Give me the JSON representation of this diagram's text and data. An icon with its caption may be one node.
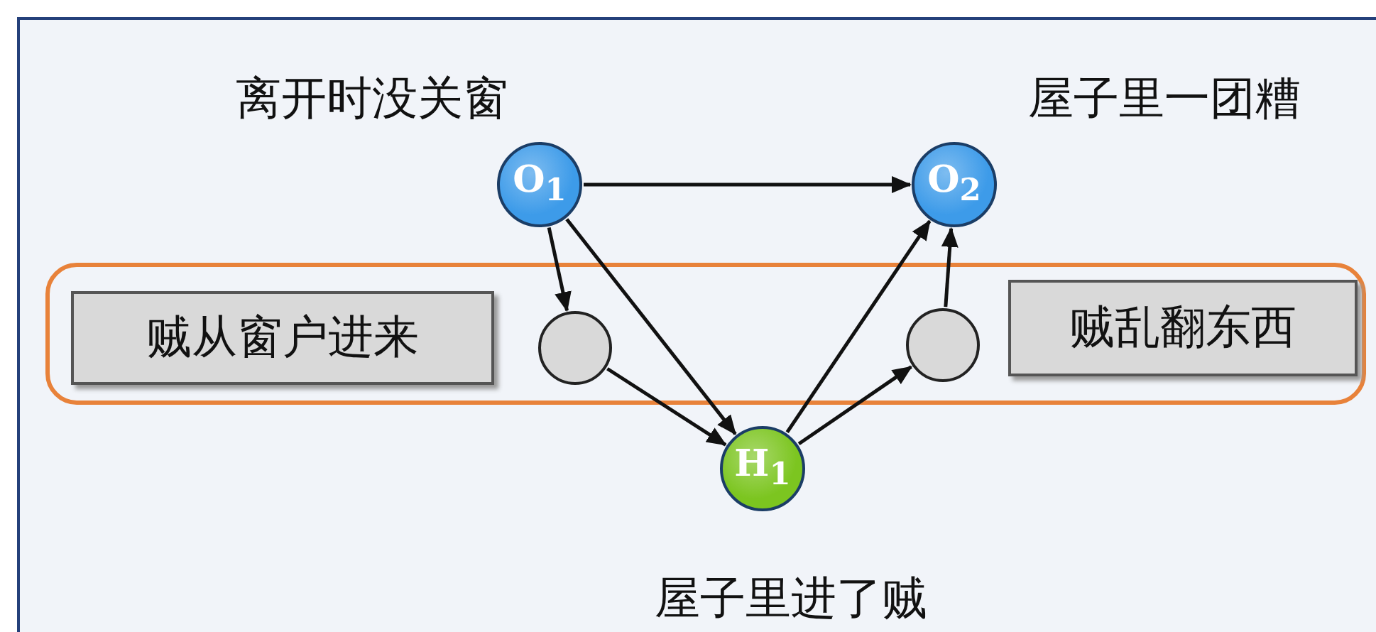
{
  "diagram": {
    "nodes": [
      {
        "text": [
          "O$_{1}$"
        ],
        "beside": [
          "离开时没关窗"
        ]
      },
      {
        "text": [
          "O$_{2}$"
        ],
        "beside": [
          "屋子里一团糟"
        ]
      },
      {
        "text": [],
        "shape": "box"
      },
      {
        "text": [
          "贼从窗户进来"
        ],
        "in": 2
      },
      {
        "text": [],
        "shape": "circle",
        "in": 2
      },
      {
        "text": [],
        "shape": "circle",
        "in": 2
      },
      {
        "text": [
          "贼乱翻东西"
        ],
        "in": 2
      },
      {
        "text": [
          "H$_{1}$"
        ],
        "beside": [
          "屋子里进了贼"
        ]
      }
    ],
    "edges": [
      {
        "from": 0,
        "to": 1,
        "arrow": "to"
      },
      {
        "from": 0,
        "to": 4,
        "arrow": "to"
      },
      {
        "from": 0,
        "to": 7,
        "arrow": "to"
      },
      {
        "from": 4,
        "to": 7,
        "arrow": "to"
      },
      {
        "from": 7,
        "to": 1,
        "arrow": "to"
      },
      {
        "from": 7,
        "to": 5,
        "arrow": "to"
      },
      {
        "from": 5,
        "to": 1,
        "arrow": "to"
      }
    ]
  }
}
